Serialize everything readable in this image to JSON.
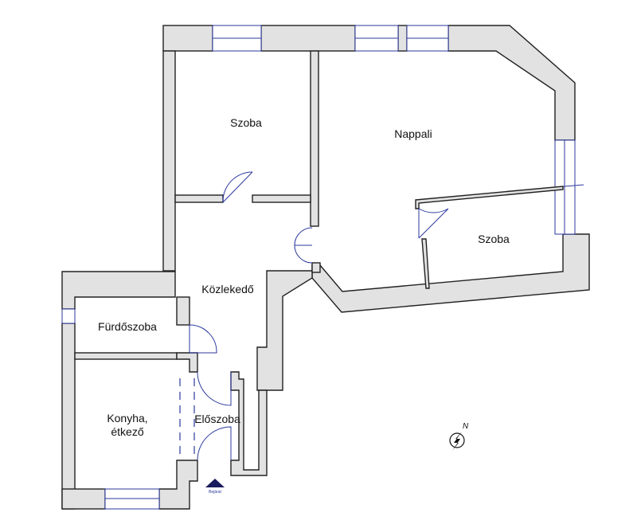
{
  "plan": {
    "rooms": [
      {
        "label": "Szoba"
      },
      {
        "label": "Nappali"
      },
      {
        "label": "Szoba"
      },
      {
        "label": "Közlekedő"
      },
      {
        "label": "Fürdőszoba"
      },
      {
        "label": "Konyha,"
      },
      {
        "label": "étkező"
      },
      {
        "label": "Előszoba"
      }
    ],
    "entrance_label": "Bejárat",
    "north_label": "N"
  },
  "colors": {
    "wall_fill": "#e2e2e2",
    "wall_stroke": "#222222",
    "window_and_door": "#2c3a9e"
  }
}
